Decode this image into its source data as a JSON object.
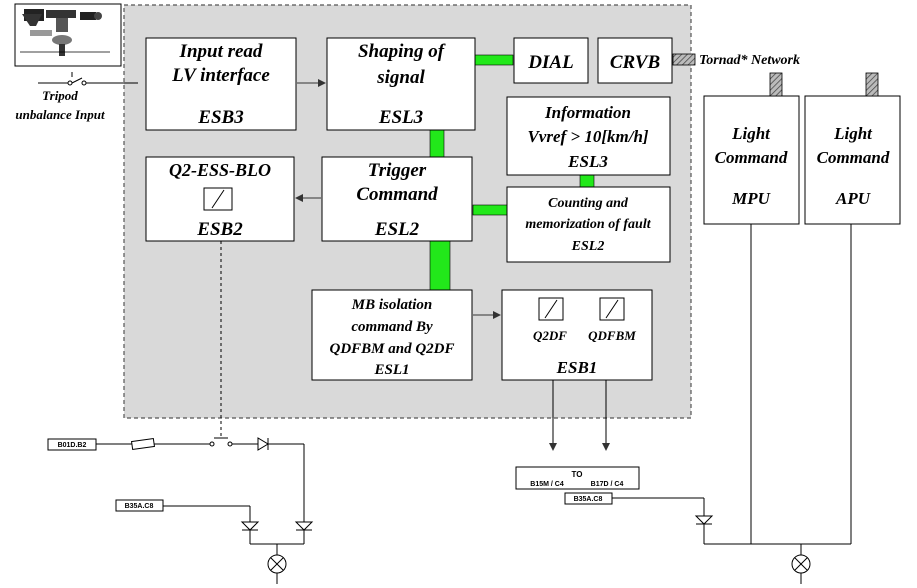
{
  "blocks": {
    "input_read": {
      "line1": "Input read",
      "line2": "LV interface",
      "code": "ESB3"
    },
    "shaping": {
      "line1": "Shaping of",
      "line2": "signal",
      "code": "ESL3"
    },
    "dial": {
      "label": "DIAL"
    },
    "crvb": {
      "label": "CRVB"
    },
    "information": {
      "line1": "Information",
      "line2": "Vvref > 10[km/h]",
      "code": "ESL3"
    },
    "q2ess": {
      "title": "Q2-ESS-BLO",
      "code": "ESB2"
    },
    "trigger": {
      "line1": "Trigger",
      "line2": "Command",
      "code": "ESL2"
    },
    "counting": {
      "line1": "Counting and",
      "line2": "memorization of fault",
      "code": "ESL2"
    },
    "mb_isolation": {
      "line1": "MB isolation",
      "line2": "command By",
      "line3": "QDFBM and Q2DF",
      "code": "ESL1"
    },
    "esb1": {
      "relay1": "Q2DF",
      "relay2": "QDFBM",
      "code": "ESB1"
    },
    "light_mpu": {
      "line1": "Light",
      "line2": "Command",
      "code": "MPU"
    },
    "light_apu": {
      "line1": "Light",
      "line2": "Command",
      "code": "APU"
    }
  },
  "labels": {
    "tornad_network": "Tornad* Network",
    "tripod_line1": "Tripod",
    "tripod_line2": "unbalance Input",
    "b01d": "B01D.B2",
    "b35a_left": "B35A.C8",
    "b35a_right": "B35A.C8",
    "to": "TO",
    "b15m": "B15M / C4",
    "b17d": "B17D / C4"
  },
  "colors": {
    "link_green": "#22e81a",
    "panel_fill": "#d9d9d9",
    "panel_border": "#555555",
    "block_fill": "#ffffff",
    "line": "#000000"
  }
}
